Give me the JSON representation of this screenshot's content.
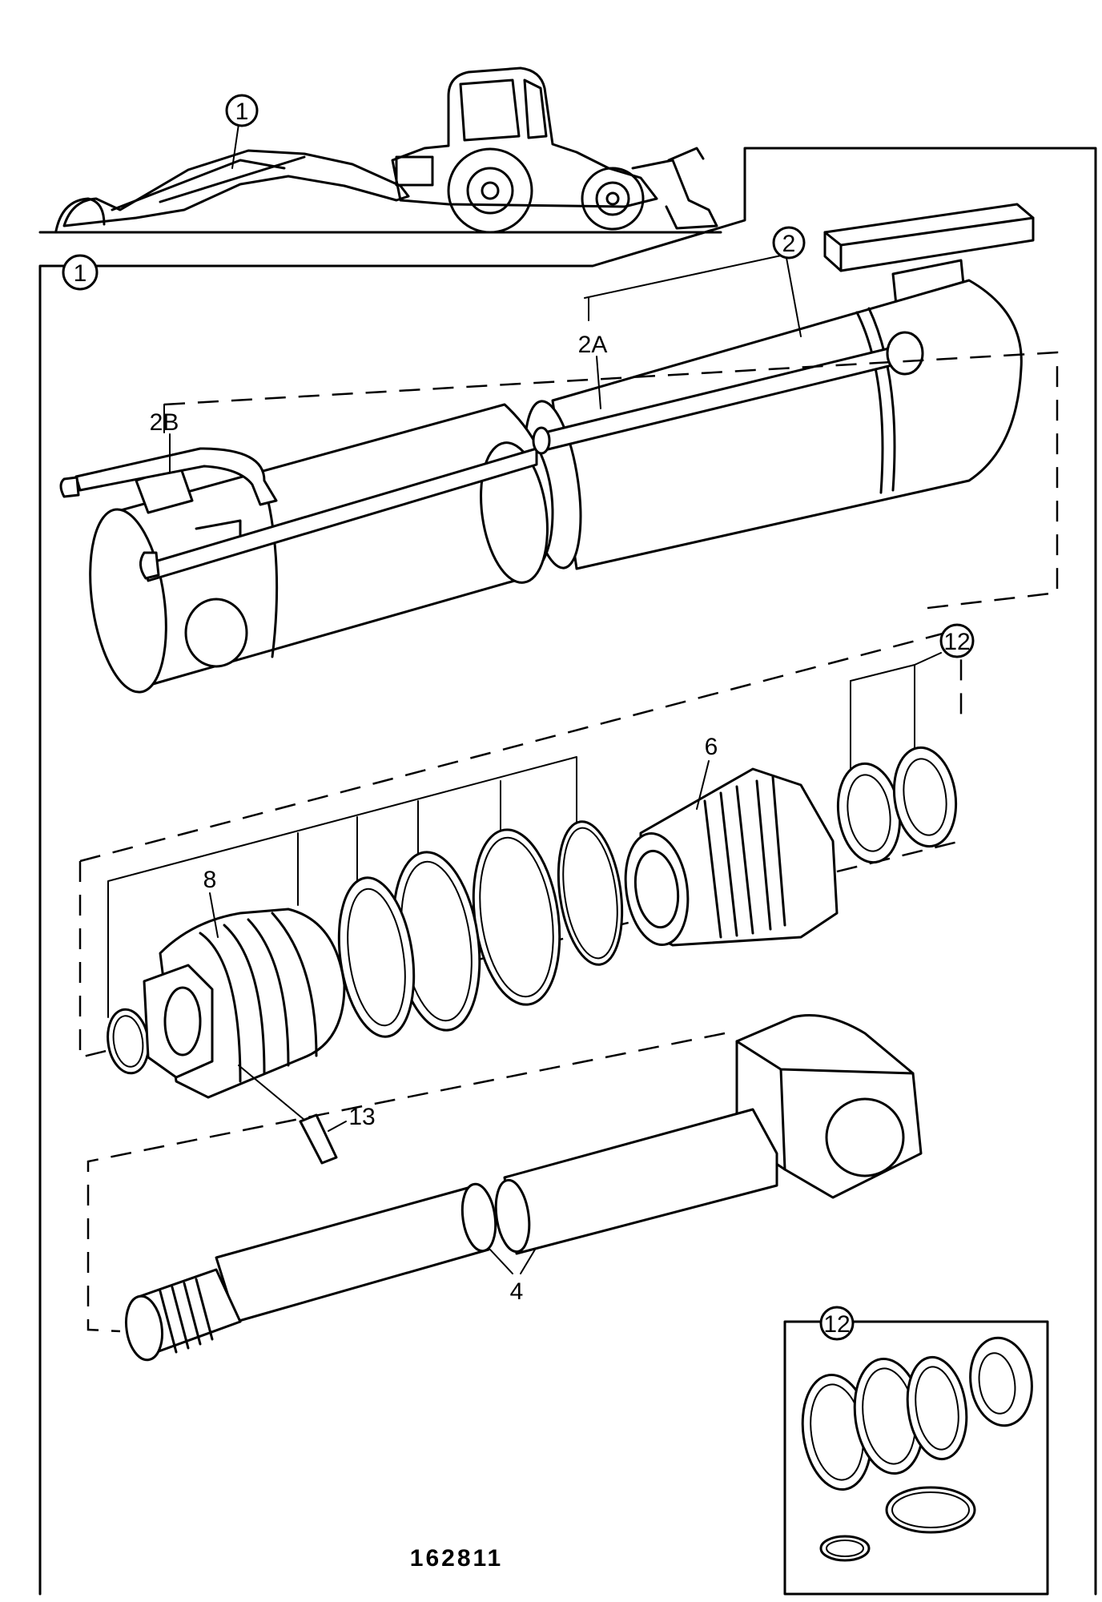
{
  "callouts": {
    "machine_ref": "1",
    "assembly_ref": "1",
    "cylinder_tube": "2",
    "pipe_a": "2A",
    "pipe_b": "2B",
    "seal_kit": "12",
    "seal_kit_inset": "12",
    "piston": "6",
    "end_cap": "8",
    "pin": "13",
    "piston_rod": "4"
  },
  "figure_number": "162811"
}
